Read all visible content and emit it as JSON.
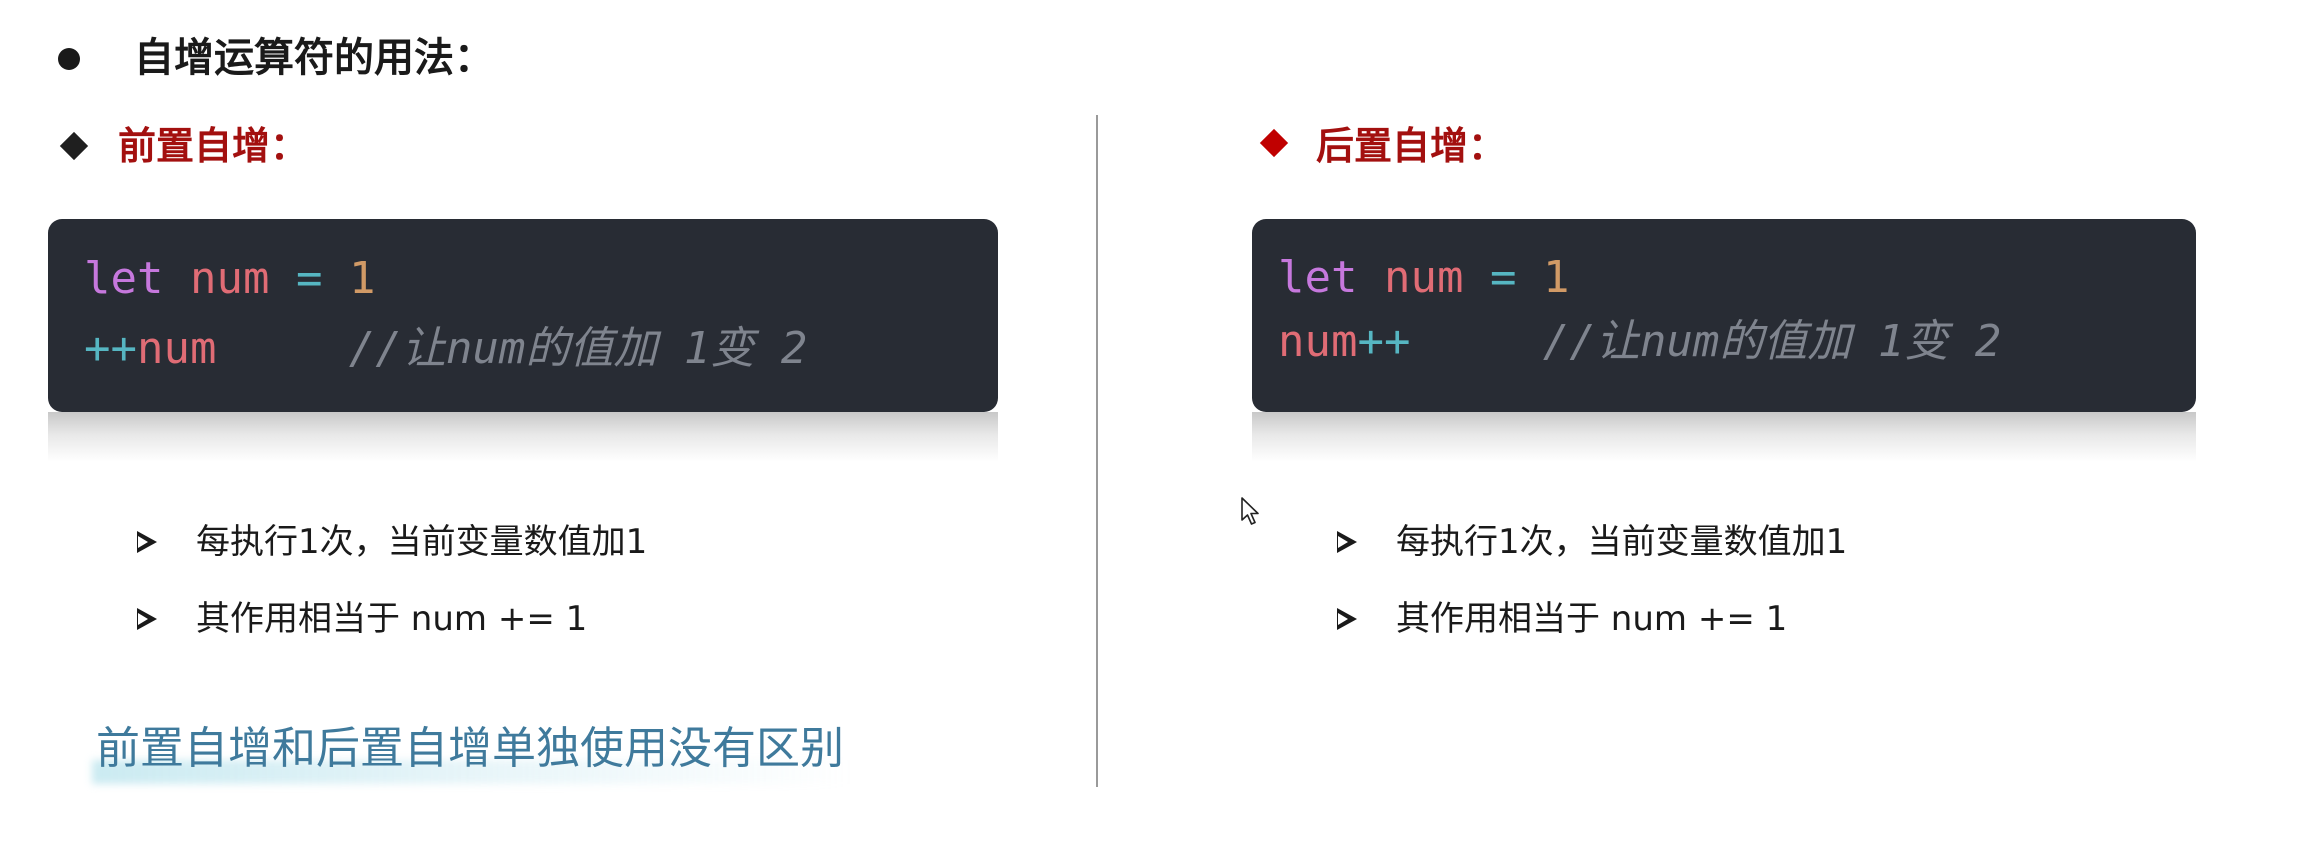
{
  "title": "自增运算符的用法：",
  "sections": {
    "prefix": {
      "heading": "前置自增：",
      "code": {
        "line1": {
          "kw": "let",
          "var": "num",
          "op": "=",
          "num": "1"
        },
        "line2": {
          "op": "++",
          "var": "num",
          "comment": "//让num的值加 1变 2"
        }
      },
      "bullets": [
        "每执行1次，当前变量数值加1",
        "其作用相当于 num += 1"
      ]
    },
    "postfix": {
      "heading": "后置自增：",
      "code": {
        "line1": {
          "kw": "let",
          "var": "num",
          "op": "=",
          "num": "1"
        },
        "line2": {
          "var": "num",
          "op": "++",
          "comment": "//让num的值加 1变 2"
        }
      },
      "bullets": [
        "每执行1次，当前变量数值加1",
        "其作用相当于 num += 1"
      ]
    }
  },
  "note": "前置自增和后置自增单独使用没有区别",
  "icons": {
    "title_bullet": "bullet-dot-icon",
    "prefix_marker": "diamond-icon",
    "postfix_marker": "diamond-icon",
    "list_marker": "arrowhead-icon",
    "cursor": "mouse-pointer-icon"
  },
  "colors": {
    "heading": "#a3100f",
    "code_background": "#282c34",
    "keyword": "#c678dd",
    "variable": "#e06c75",
    "operator": "#56b6c2",
    "number": "#d19a66",
    "comment": "#7f848e",
    "note": "#3f7a9c",
    "postfix_marker": "#c00000"
  }
}
